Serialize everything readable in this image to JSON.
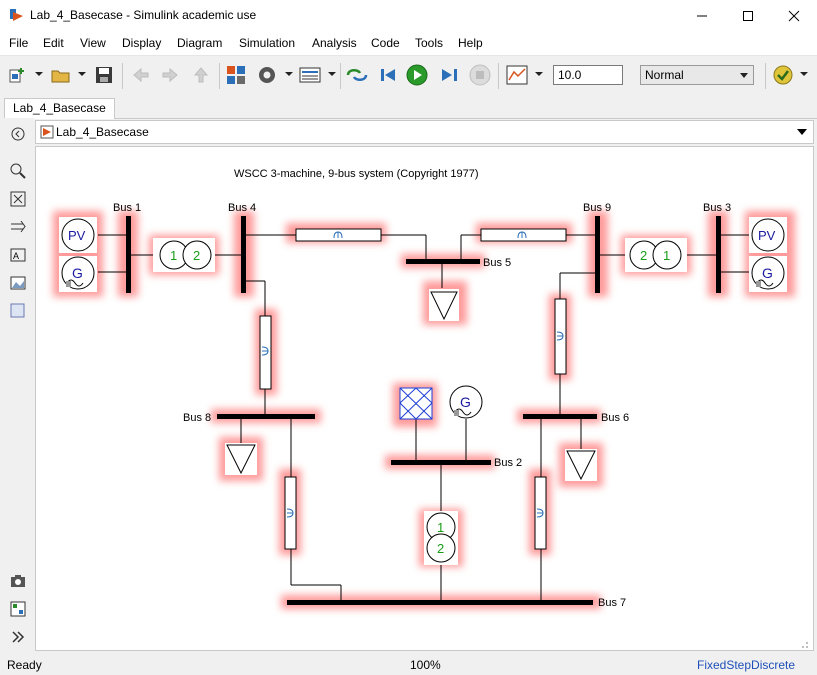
{
  "window": {
    "title": "Lab_4_Basecase - Simulink academic use",
    "minimize_glyph": "—",
    "maximize_glyph": "☐",
    "close_glyph": "✕"
  },
  "menu": [
    "File",
    "Edit",
    "View",
    "Display",
    "Diagram",
    "Simulation",
    "Analysis",
    "Code",
    "Tools",
    "Help"
  ],
  "toolbar": {
    "stop_time": "10.0",
    "sim_mode": "Normal",
    "icons": [
      "new-model-icon",
      "open-folder-icon",
      "save-icon",
      "back-icon",
      "forward-icon",
      "up-icon",
      "library-browser-icon",
      "model-settings-icon",
      "model-explorer-icon",
      "step-back-icon",
      "step-back-icon",
      "run-icon",
      "step-forward-icon",
      "stop-icon",
      "data-inspector-icon",
      "model-advisor-icon"
    ]
  },
  "tab": {
    "label": "Lab_4_Basecase"
  },
  "breadcrumb": {
    "label": "Lab_4_Basecase"
  },
  "diagram": {
    "title": "WSCC 3-machine, 9-bus system (Copyright 1977)",
    "buses": {
      "bus1": "Bus 1",
      "bus2": "Bus 2",
      "bus3": "Bus 3",
      "bus4": "Bus 4",
      "bus5": "Bus 5",
      "bus6": "Bus 6",
      "bus7": "Bus 7",
      "bus8": "Bus 8",
      "bus9": "Bus 9"
    },
    "pv_label": "PV",
    "gen_label": "G",
    "xfmr_winding1": "1",
    "xfmr_winding2": "2",
    "highlight_color": "#ff3b3b",
    "winding_color": "#1a9e1a",
    "pv_color": "#1a1aa0",
    "swing_color": "#1e3fd6"
  },
  "status": {
    "left": "Ready",
    "zoom": "100%",
    "solver": "FixedStepDiscrete"
  }
}
